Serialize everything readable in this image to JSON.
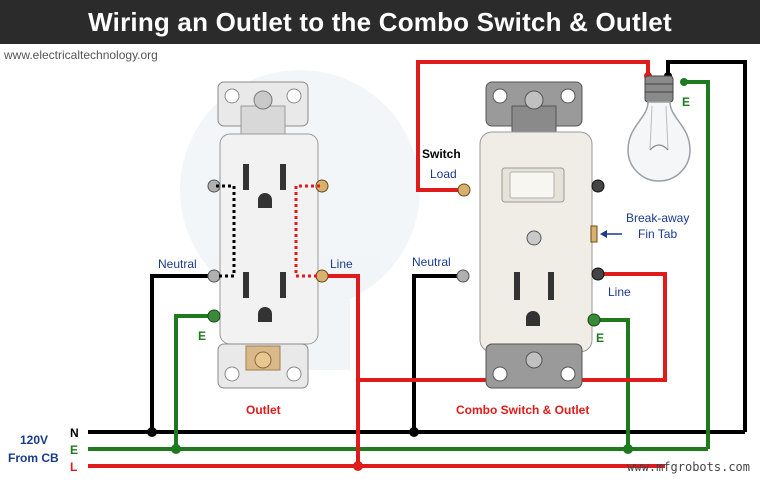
{
  "title": "Wiring an Outlet to the Combo Switch & Outlet",
  "website": "www.electricaltechnology.org",
  "watermark": "www.mfgrobots.com",
  "supply": {
    "voltage": "120V",
    "source": "From CB",
    "neutral_letter": "N",
    "earth_letter": "E",
    "line_letter": "L"
  },
  "outlet": {
    "caption": "Outlet",
    "neutral_label": "Neutral",
    "line_label": "Line",
    "earth_label": "E"
  },
  "combo": {
    "caption": "Combo Switch & Outlet",
    "switch_label": "Switch",
    "load_label": "Load",
    "neutral_label": "Neutral",
    "line_label": "Line",
    "earth_label": "E",
    "fin_tab_line1": "Break-away",
    "fin_tab_line2": "Fin Tab"
  },
  "lamp": {
    "earth_label": "E"
  },
  "colors": {
    "neutral": "#000000",
    "earth": "#1f7a1f",
    "line": "#e01b1b",
    "label_blue": "#1a3a8a",
    "title_bg": "#2b2b2b"
  }
}
